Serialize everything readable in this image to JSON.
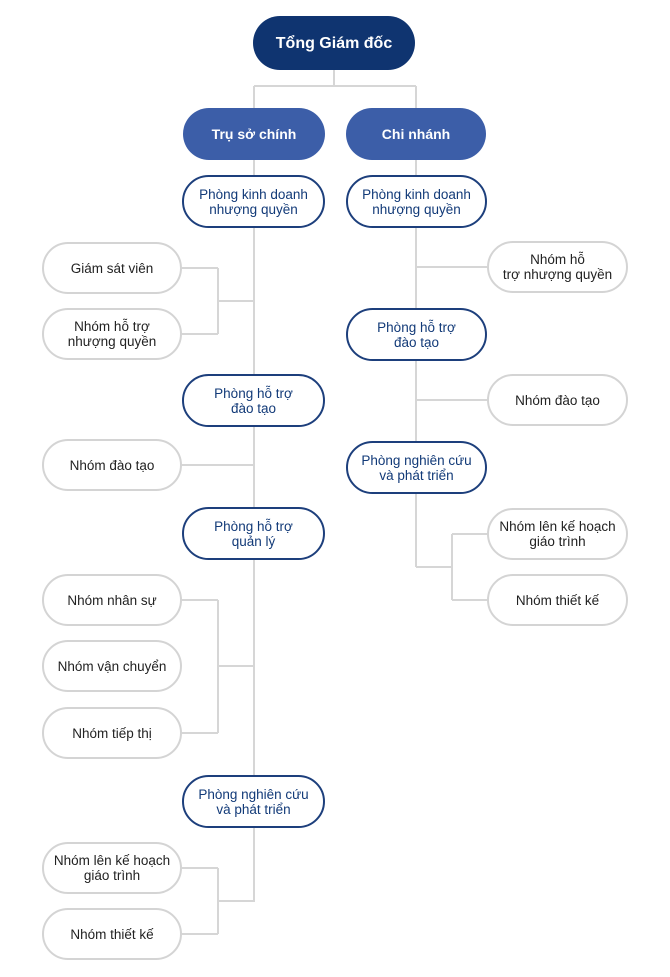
{
  "chart_title": "",
  "ceo": {
    "label": "Tổng Giám đốc"
  },
  "branches": {
    "hq": {
      "label": "Trụ sở chính"
    },
    "branch": {
      "label": "Chi nhánh"
    }
  },
  "hq": {
    "franchise_sales": {
      "label": "Phòng kinh doanh\nnhượng quyền",
      "groups": [
        "Giám sát viên",
        "Nhóm hỗ trợ\nnhượng quyền"
      ]
    },
    "training_support": {
      "label": "Phòng hỗ trợ\nđào tạo",
      "groups": [
        "Nhóm đào tạo"
      ]
    },
    "management_support": {
      "label": "Phòng hỗ trợ\nquản lý",
      "groups": [
        "Nhóm nhân sự",
        "Nhóm vận chuyển",
        "Nhóm tiếp thị"
      ]
    },
    "rnd": {
      "label": "Phòng nghiên cứu\nvà phát triển",
      "groups": [
        "Nhóm lên kế hoạch\ngiáo trình",
        "Nhóm thiết kế"
      ]
    }
  },
  "branch": {
    "franchise_sales": {
      "label": "Phòng kinh doanh\nnhượng quyền",
      "groups": [
        "Nhóm hỗ\ntrợ nhượng quyền"
      ]
    },
    "training_support": {
      "label": "Phòng hỗ trợ\nđào tạo",
      "groups": [
        "Nhóm đào tạo"
      ]
    },
    "rnd": {
      "label": "Phòng nghiên cứu\nvà phát triển",
      "groups": [
        "Nhóm lên kế hoạch\ngiáo trình",
        "Nhóm thiết kế"
      ]
    }
  },
  "colors": {
    "ceo_fill": "#0f3470",
    "branch_fill": "#3c5ea8",
    "dept_border": "#1d3f7c",
    "dept_text": "#123a78",
    "group_border": "#d4d4d4",
    "connector": "#d6d6d6"
  }
}
